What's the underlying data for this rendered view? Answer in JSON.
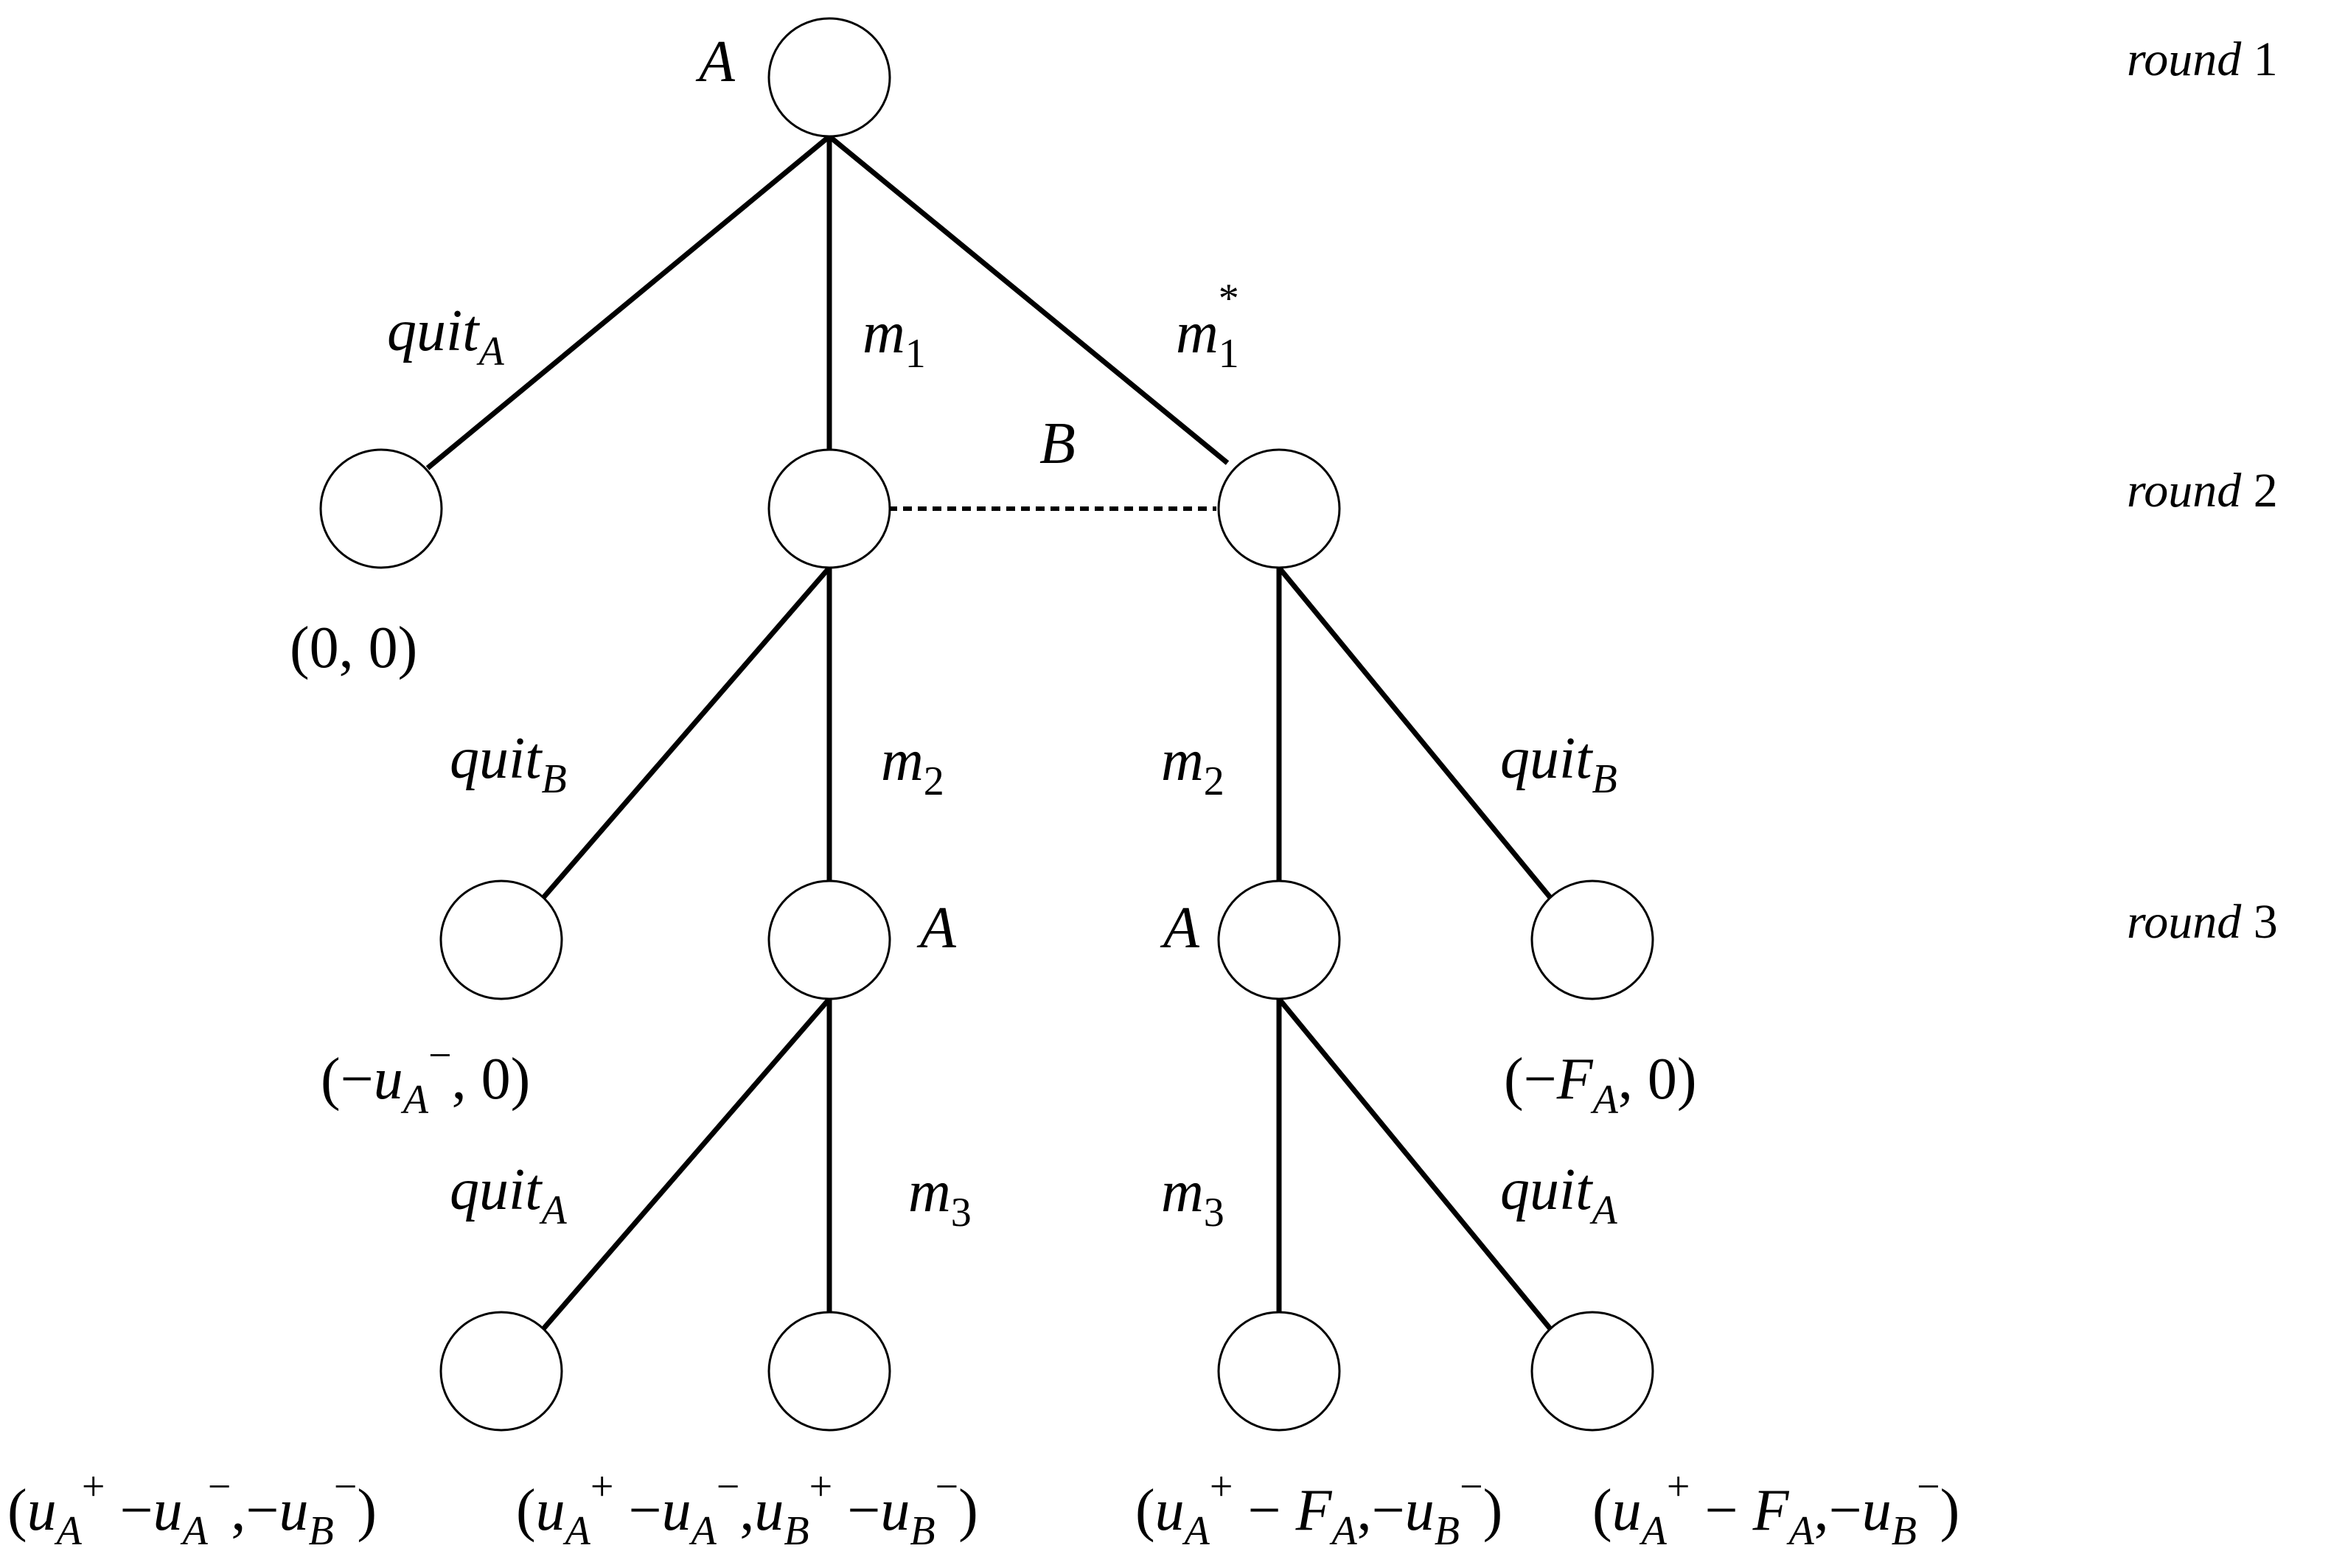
{
  "players": {
    "A": "A",
    "B": "B"
  },
  "rounds": [
    {
      "word": "round",
      "num": "1"
    },
    {
      "word": "round",
      "num": "2"
    },
    {
      "word": "round",
      "num": "3"
    }
  ],
  "actions": {
    "quit": "quit",
    "m": "m",
    "sub_A": "A",
    "sub_B": "B",
    "n1": "1",
    "n2": "2",
    "n3": "3",
    "star": "*"
  },
  "payoffs": {
    "zero_zero": "(0, 0)",
    "uA": "u",
    "FA": "F",
    "plus": "+",
    "minus": "−"
  }
}
